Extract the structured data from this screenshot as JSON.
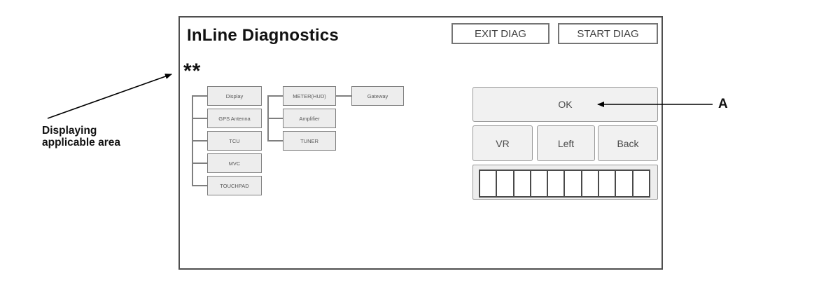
{
  "panel": {
    "title": "InLine Diagnostics",
    "note_marker": "**"
  },
  "toolbar": {
    "exit_label": "EXIT DIAG",
    "start_label": "START DIAG"
  },
  "tree": {
    "left_column": [
      "Display",
      "GPS Antenna",
      "TCU",
      "MVC",
      "TOUCHPAD"
    ],
    "middle_column": [
      "METER(HUD)",
      "Amplifier",
      "TUNER"
    ],
    "right_column": [
      "Gateway"
    ]
  },
  "controls": {
    "ok_label": "OK",
    "vr_label": "VR",
    "left_label": "Left",
    "back_label": "Back",
    "segment_count": 10
  },
  "annotations": {
    "area_note_line1": "Displaying",
    "area_note_line2": "applicable area",
    "callout_a": "A"
  },
  "colors": {
    "panel-border": "#4f4f4f",
    "box-fill": "#ededed",
    "box-border": "#7f7f7f",
    "button-fill": "#f1f1f1",
    "button-border": "#999999",
    "cell-border": "#4a4a4a",
    "text-dark": "#3f3f3f"
  }
}
